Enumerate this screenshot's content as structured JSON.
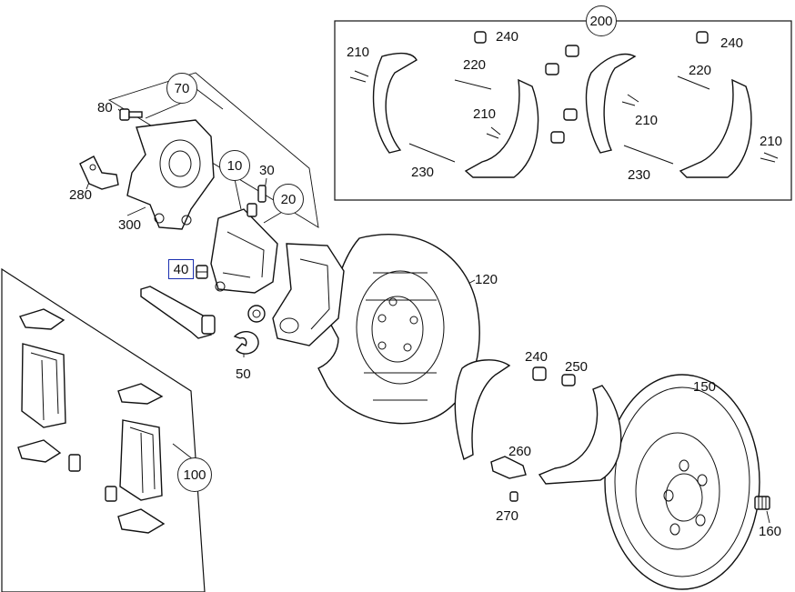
{
  "callouts": {
    "c10": "10",
    "c20": "20",
    "c30": "30",
    "c40": "40",
    "c50": "50",
    "c70": "70",
    "c80": "80",
    "c100": "100",
    "c120": "120",
    "c150": "150",
    "c160": "160",
    "c200": "200",
    "c210a": "210",
    "c210b": "210",
    "c210c": "210",
    "c210d": "210",
    "c220a": "220",
    "c220b": "220",
    "c230a": "230",
    "c230b": "230",
    "c240a": "240",
    "c240b": "240",
    "c240c": "240",
    "c250": "250",
    "c260": "260",
    "c270": "270",
    "c280": "280",
    "c300": "300"
  },
  "selected_callout": "40",
  "colors": {
    "line": "#111111",
    "selection": "#1a2fb0",
    "background": "#ffffff"
  }
}
